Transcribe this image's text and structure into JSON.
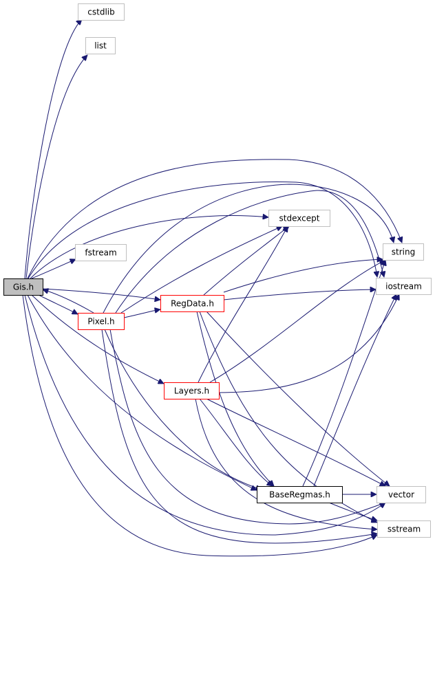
{
  "colors": {
    "edge": "#191970",
    "arrowhead": "#191970",
    "root_fill": "#bfbfbf",
    "root_border": "#000000",
    "local_header_border": "#ff0000",
    "system_header_border": "#bfbfbf",
    "plain_border": "#000000",
    "text": "#000000",
    "background": "#ffffff"
  },
  "nodes": [
    {
      "id": "gis",
      "label": "Gis.h",
      "kind": "root"
    },
    {
      "id": "cstdlib",
      "label": "cstdlib",
      "kind": "system"
    },
    {
      "id": "list",
      "label": "list",
      "kind": "system"
    },
    {
      "id": "fstream",
      "label": "fstream",
      "kind": "system"
    },
    {
      "id": "stdexcept",
      "label": "stdexcept",
      "kind": "system"
    },
    {
      "id": "string",
      "label": "string",
      "kind": "system"
    },
    {
      "id": "iostream",
      "label": "iostream",
      "kind": "system"
    },
    {
      "id": "regdata",
      "label": "RegData.h",
      "kind": "local"
    },
    {
      "id": "pixel",
      "label": "Pixel.h",
      "kind": "local"
    },
    {
      "id": "layers",
      "label": "Layers.h",
      "kind": "local"
    },
    {
      "id": "baseregmas",
      "label": "BaseRegmas.h",
      "kind": "plain"
    },
    {
      "id": "vector",
      "label": "vector",
      "kind": "system"
    },
    {
      "id": "sstream",
      "label": "sstream",
      "kind": "system"
    }
  ],
  "edges": [
    {
      "from": "gis",
      "to": "cstdlib"
    },
    {
      "from": "gis",
      "to": "list"
    },
    {
      "from": "gis",
      "to": "string"
    },
    {
      "from": "gis",
      "to": "iostream"
    },
    {
      "from": "gis",
      "to": "stdexcept"
    },
    {
      "from": "gis",
      "to": "fstream"
    },
    {
      "from": "gis",
      "to": "regdata"
    },
    {
      "from": "gis",
      "to": "pixel"
    },
    {
      "from": "gis",
      "to": "layers"
    },
    {
      "from": "gis",
      "to": "baseregmas"
    },
    {
      "from": "gis",
      "to": "vector"
    },
    {
      "from": "gis",
      "to": "sstream"
    },
    {
      "from": "pixel",
      "to": "gis"
    },
    {
      "from": "pixel",
      "to": "regdata"
    },
    {
      "from": "pixel",
      "to": "string"
    },
    {
      "from": "pixel",
      "to": "iostream"
    },
    {
      "from": "pixel",
      "to": "stdexcept"
    },
    {
      "from": "pixel",
      "to": "baseregmas"
    },
    {
      "from": "pixel",
      "to": "vector"
    },
    {
      "from": "pixel",
      "to": "sstream"
    },
    {
      "from": "regdata",
      "to": "string"
    },
    {
      "from": "regdata",
      "to": "iostream"
    },
    {
      "from": "regdata",
      "to": "stdexcept"
    },
    {
      "from": "regdata",
      "to": "baseregmas"
    },
    {
      "from": "regdata",
      "to": "vector"
    },
    {
      "from": "regdata",
      "to": "sstream"
    },
    {
      "from": "layers",
      "to": "stdexcept"
    },
    {
      "from": "layers",
      "to": "string"
    },
    {
      "from": "layers",
      "to": "iostream"
    },
    {
      "from": "layers",
      "to": "baseregmas"
    },
    {
      "from": "layers",
      "to": "vector"
    },
    {
      "from": "layers",
      "to": "sstream"
    },
    {
      "from": "baseregmas",
      "to": "vector"
    },
    {
      "from": "baseregmas",
      "to": "sstream"
    },
    {
      "from": "baseregmas",
      "to": "string"
    },
    {
      "from": "baseregmas",
      "to": "iostream"
    }
  ]
}
